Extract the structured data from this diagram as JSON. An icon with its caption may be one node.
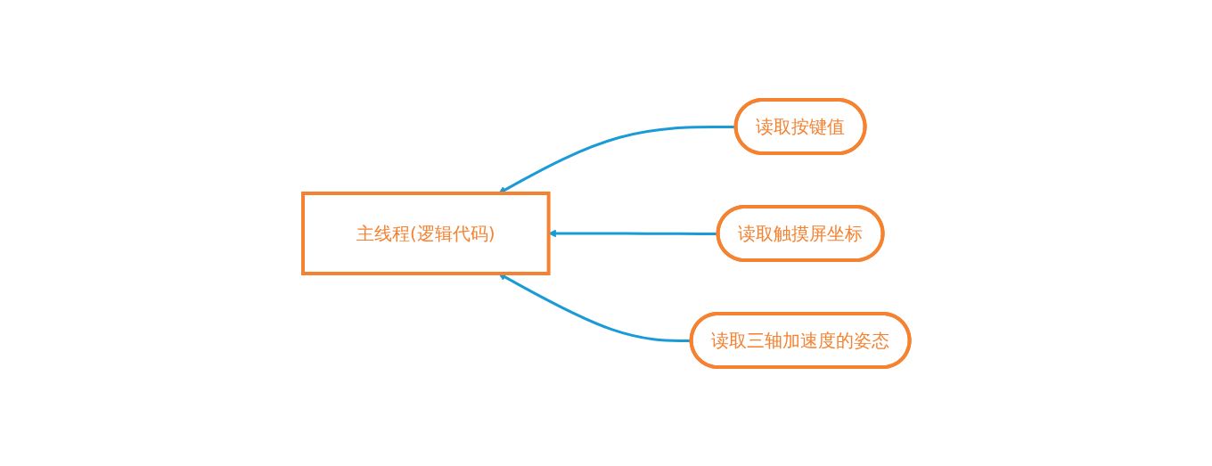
{
  "diagram": {
    "nodes": [
      {
        "text": [
          "主线程(逻辑代码)"
        ]
      },
      {
        "text": [
          "读取按键值"
        ]
      },
      {
        "text": [
          "读取触摸屏坐标"
        ]
      },
      {
        "text": [
          "读取三轴加速度的姿态"
        ]
      }
    ],
    "edges": [
      {
        "from": 1,
        "to": 0,
        "arrow": "to"
      },
      {
        "from": 2,
        "to": 0,
        "arrow": "to"
      },
      {
        "from": 3,
        "to": 0,
        "arrow": "to"
      }
    ]
  }
}
